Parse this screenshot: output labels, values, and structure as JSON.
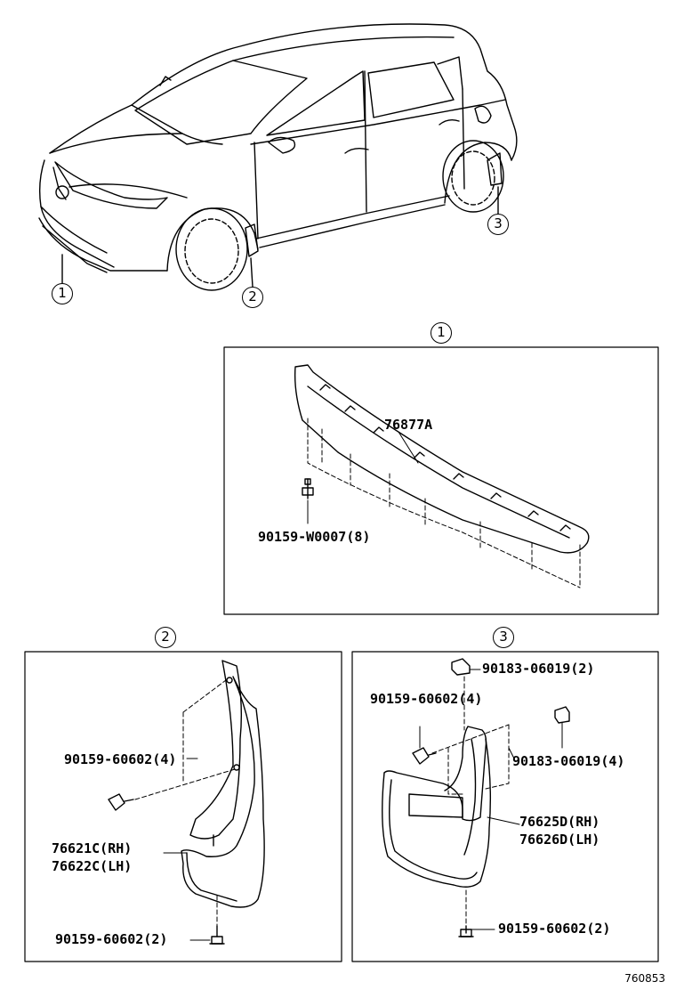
{
  "callouts": {
    "one": "1",
    "two": "2",
    "three": "3"
  },
  "panel1": {
    "parts": {
      "moulding": "76877A",
      "screw": "90159-W0007(8)"
    }
  },
  "panel2": {
    "parts": {
      "screw_upper": "90159-60602(4)",
      "mudguard_rh": "76621C(RH)",
      "mudguard_lh": "76622C(LH)",
      "screw_lower": "90159-60602(2)"
    }
  },
  "panel3": {
    "parts": {
      "nut_top": "90183-06019(2)",
      "screw_upper": "90159-60602(4)",
      "nut_side": "90183-06019(4)",
      "mudguard_rh": "76625D(RH)",
      "mudguard_lh": "76626D(LH)",
      "screw_lower": "90159-60602(2)"
    }
  },
  "diagram_id": "760853"
}
